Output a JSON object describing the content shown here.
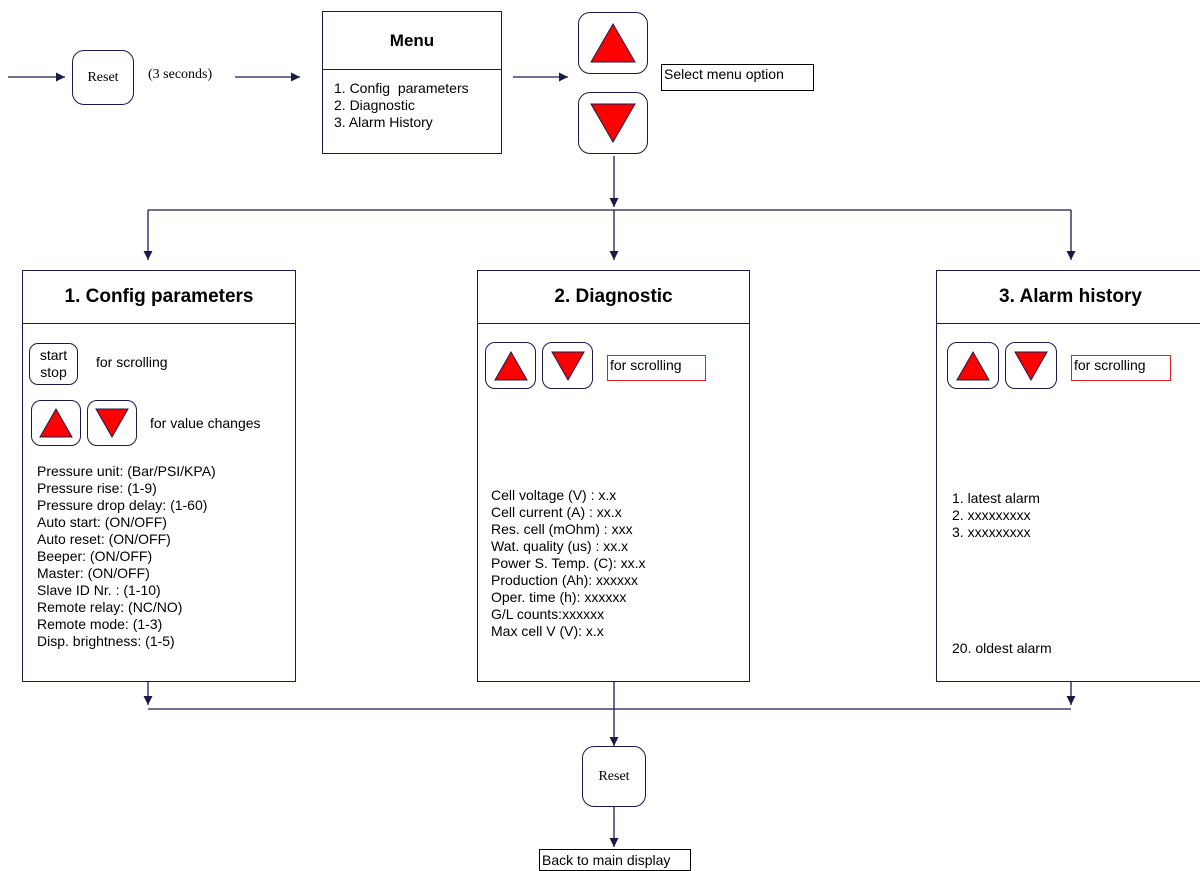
{
  "start": {
    "reset_label": "Reset",
    "hold_note": "(3 seconds)"
  },
  "menu": {
    "title": "Menu",
    "items": [
      "1. Config  parameters",
      "2. Diagnostic",
      "3. Alarm History"
    ],
    "select_label": "Select menu option"
  },
  "panels": {
    "config": {
      "title": "1. Config parameters",
      "start_stop_lines": [
        "start",
        "stop"
      ],
      "scroll_label": "for scrolling",
      "value_label": "for value changes",
      "params": [
        "Pressure unit: (Bar/PSI/KPA)",
        "Pressure rise: (1-9)",
        "Pressure drop delay: (1-60)",
        "Auto start: (ON/OFF)",
        "Auto reset: (ON/OFF)",
        "Beeper: (ON/OFF)",
        "Master: (ON/OFF)",
        "Slave ID Nr. : (1-10)",
        "Remote relay: (NC/NO)",
        "Remote mode: (1-3)",
        "Disp. brightness: (1-5)"
      ]
    },
    "diagnostic": {
      "title": "2. Diagnostic",
      "scroll_label": "for scrolling",
      "values": [
        "Cell voltage (V) : x.x",
        "Cell current (A) : xx.x",
        "Res. cell (mOhm) : xxx",
        "Wat. quality (us) : xx.x",
        "Power S. Temp. (C): xx.x",
        "Production (Ah): xxxxxx",
        "Oper. time (h): xxxxxx",
        "G/L counts:xxxxxx",
        "Max cell V (V): x.x"
      ]
    },
    "alarm": {
      "title": "3. Alarm history",
      "scroll_label": "for scrolling",
      "items": [
        "1. latest alarm",
        "2. xxxxxxxxx",
        "3. xxxxxxxxx"
      ],
      "last_item": "20. oldest alarm"
    }
  },
  "end": {
    "reset_label": "Reset",
    "back_label": "Back to main display"
  },
  "colors": {
    "arrow_fill": "#ff0000",
    "line": "#1a1a4a",
    "highlight_border": "#e02020"
  },
  "icons": [
    "up-arrow-icon",
    "down-arrow-icon"
  ]
}
